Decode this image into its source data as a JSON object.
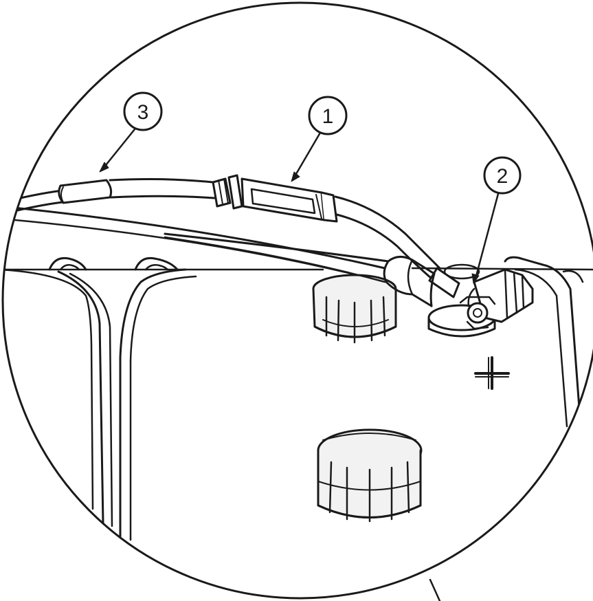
{
  "callouts": {
    "fuse_holder": "1",
    "terminal_clamp": "2",
    "cable_sleeve": "3"
  },
  "polarity_mark": "+",
  "colors": {
    "line": "#1a1a1a",
    "cap_fill": "#f2f2f2",
    "background": "#ffffff"
  }
}
